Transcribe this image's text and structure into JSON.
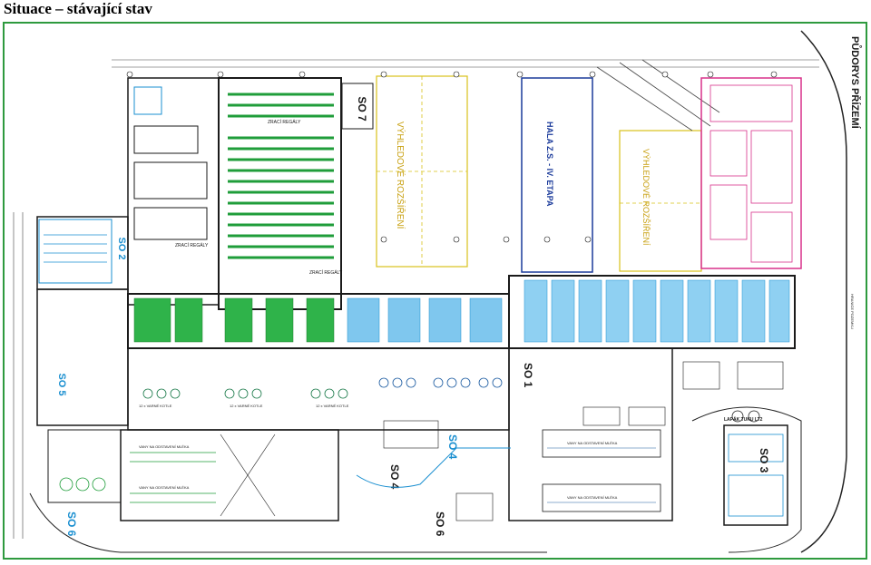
{
  "page": {
    "title": "Situace – stávající stav"
  },
  "plan": {
    "drawing_title": "PŮDORYS PŘÍZEMÍ",
    "colors": {
      "frame": "#2e9a3e",
      "walls": "#1a1a1a",
      "green": "#1f9d3a",
      "blue": "#1a8fd0",
      "magenta": "#d8308a",
      "yellow": "#d8c21a",
      "dim": "#3a3a3a"
    },
    "buildings": {
      "so7": "SO 7",
      "so2": "SO 2",
      "so5": "SO 5",
      "so1": "SO 1",
      "so3": "SO 3",
      "so4": "SO 4",
      "so6": "SO 6",
      "so6b": "SO 6",
      "so4b": "SO 4"
    },
    "labels": {
      "hala": "HALA Z.S. - IV. ETAPA",
      "vyhledove1": "VÝHLEDOVÉ ROZŠÍŘENÍ",
      "vyhledove2": "VÝHLEDOVÉ ROZŠÍŘENÍ",
      "zraci_regaly_1": "ZRACÍ REGÁLY",
      "zraci_regaly_2": "ZRACÍ REGÁLY",
      "zraci_regaly_3": "ZRACÍ REGÁLY",
      "vany_1": "VANY NA ODSTAVENÍ MLÉKA",
      "vany_2": "VANY NA ODSTAVENÍ MLÉKA",
      "vany_3": "VANY NA ODSTAVENÍ MLÉKA",
      "vany_4": "VANY NA ODSTAVENÍ MLÉKA",
      "kotle_1": "12 x VARNÉ KOTLE",
      "kotle_2": "12 x VARNÉ KOTLE",
      "kotle_3": "12 x VARNÉ KOTLE",
      "lapak": "LAPÁK TUKU LT2",
      "ruzne": "HRANICE POZEMKU"
    }
  }
}
